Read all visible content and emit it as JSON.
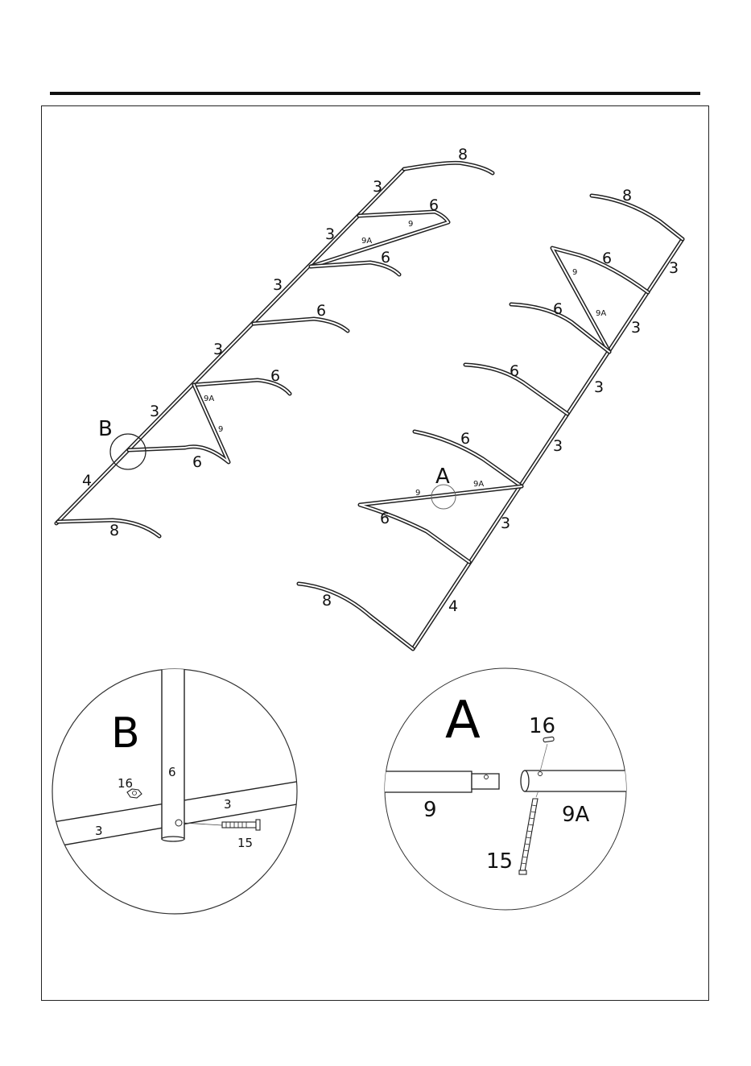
{
  "diagram": {
    "left_frame": {
      "parts": [
        "8",
        "3",
        "6",
        "9",
        "9A",
        "3",
        "6",
        "3",
        "6",
        "3",
        "6",
        "3",
        "9A",
        "9",
        "6",
        "4",
        "8"
      ]
    },
    "right_frame": {
      "parts": [
        "8",
        "6",
        "9",
        "3",
        "6",
        "9A",
        "3",
        "6",
        "3",
        "6",
        "3",
        "9",
        "9A",
        "6",
        "3",
        "8",
        "4"
      ]
    },
    "callouts": {
      "a": "A",
      "b": "B"
    },
    "detail_b": {
      "title": "B",
      "labels": {
        "post": "6",
        "rail_right": "3",
        "rail_left": "3",
        "nut": "16",
        "bolt": "15"
      }
    },
    "detail_a": {
      "title": "A",
      "labels": {
        "nut": "16",
        "left_tube": "9",
        "right_tube": "9A",
        "bolt": "15"
      }
    }
  },
  "colors": {
    "line": "#222222",
    "background": "#ffffff"
  }
}
